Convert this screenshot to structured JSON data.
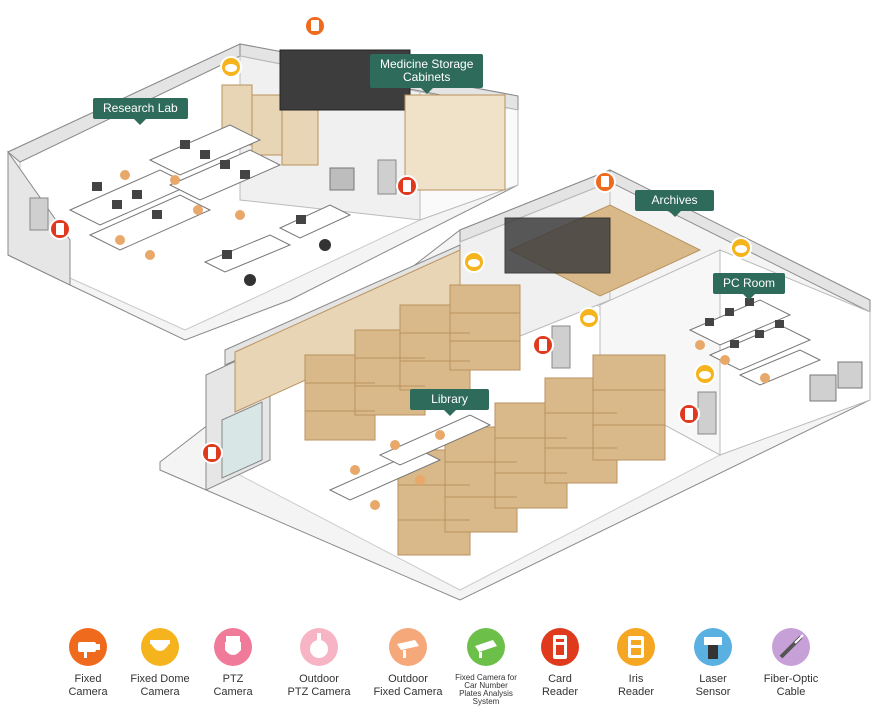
{
  "rooms": {
    "research_lab": "Research Lab",
    "medicine_storage": "Medicine Storage\nCabinets",
    "archives": "Archives",
    "pc_room": "PC Room",
    "library": "Library"
  },
  "colors": {
    "floor": "#ffffff",
    "wall_top": "#f2f2f2",
    "wall_side": "#e2e2e2",
    "wall_edge": "#8a8a8a",
    "shelf": "#d9b98a",
    "shelf_dark": "#b9925d",
    "label_bg": "#2f6b5a",
    "camera_red": "#e03a1e",
    "camera_orange": "#f08a1e",
    "camera_yellow": "#f2b21e"
  },
  "legend": [
    {
      "label": "Fixed\nCamera",
      "icon": "fixed-camera-icon",
      "color": "#f06a1e"
    },
    {
      "label": "Fixed Dome\nCamera",
      "icon": "fixed-dome-camera-icon",
      "color": "#f5b41e"
    },
    {
      "label": "PTZ\nCamera",
      "icon": "ptz-camera-icon",
      "color": "#f07a9a"
    },
    {
      "label": "Outdoor\nPTZ Camera",
      "icon": "outdoor-ptz-camera-icon",
      "color": "#f7b4c4"
    },
    {
      "label": "Outdoor\nFixed Camera",
      "icon": "outdoor-fixed-camera-icon",
      "color": "#f5a87a"
    },
    {
      "label": "Fixed Camera for\nCar Number\nPlates Analysis\nSystem",
      "icon": "car-plate-camera-icon",
      "color": "#6cc04a"
    },
    {
      "label": "Card\nReader",
      "icon": "card-reader-icon",
      "color": "#e03a1e"
    },
    {
      "label": "Iris\nReader",
      "icon": "iris-reader-icon",
      "color": "#f5a623"
    },
    {
      "label": "Laser\nSensor",
      "icon": "laser-sensor-icon",
      "color": "#5ab0e0"
    },
    {
      "label": "Fiber-Optic\nCable",
      "icon": "fiber-optic-cable-icon",
      "color": "#c8a0d8"
    }
  ]
}
